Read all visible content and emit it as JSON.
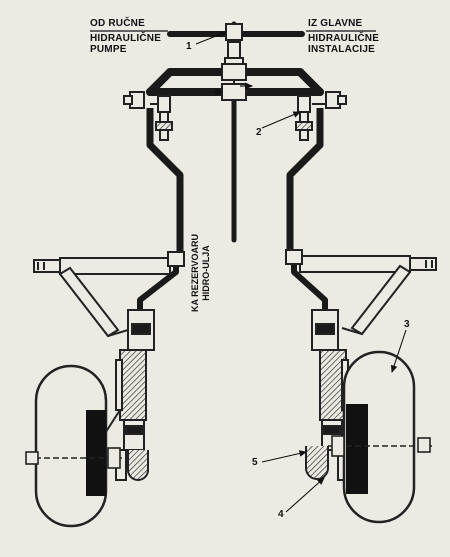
{
  "labels": {
    "left_top": "OD RUČNE",
    "left_mid": "HIDRAULIČNE",
    "left_bot": "PUMPE",
    "right_top": "IZ GLAVNE",
    "right_mid": "HIDRAULIČNE",
    "right_bot": "INSTALACIJE",
    "drain_line1": "KA REZERVOARU",
    "drain_line2": "HIDRO-ULJA"
  },
  "callouts": [
    "1",
    "2",
    "3",
    "4",
    "5"
  ],
  "colors": {
    "pipe": "#1a1a1a",
    "paper": "#ecebe3",
    "line": "#222222"
  }
}
